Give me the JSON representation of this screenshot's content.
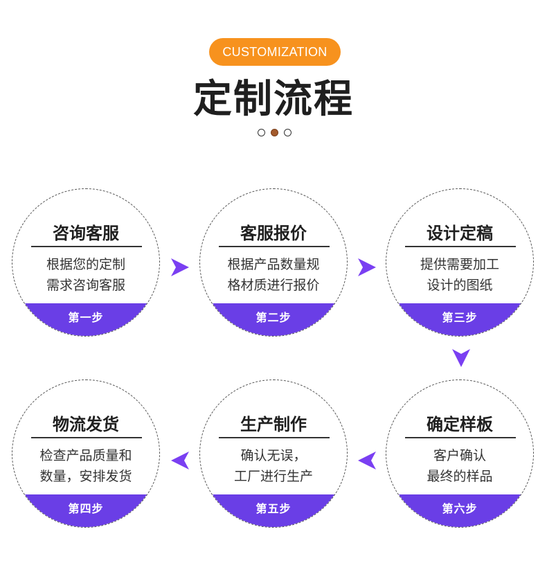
{
  "header": {
    "badge": "CUSTOMIZATION",
    "title": "定制流程"
  },
  "colors": {
    "accent_orange": "#f7921e",
    "accent_purple": "#6a3ee6",
    "arrow_purple": "#7a3ff2"
  },
  "steps": [
    {
      "name": "咨询客服",
      "line1": "根据您的定制",
      "line2": "需求咨询客服",
      "label": "第一步"
    },
    {
      "name": "客服报价",
      "line1": "根据产品数量规",
      "line2": "格材质进行报价",
      "label": "第二步"
    },
    {
      "name": "设计定稿",
      "line1": "提供需要加工",
      "line2": "设计的图纸",
      "label": "第三步"
    },
    {
      "name": "物流发货",
      "line1": "检查产品质量和",
      "line2": "数量，安排发货",
      "label": "第四步"
    },
    {
      "name": "生产制作",
      "line1": "确认无误，",
      "line2": "工厂进行生产",
      "label": "第五步"
    },
    {
      "name": "确定样板",
      "line1": "客户确认",
      "line2": "最终的样品",
      "label": "第六步"
    }
  ],
  "icons": {
    "arrow_right": "arrow-right-icon",
    "arrow_down": "arrow-down-icon",
    "arrow_left": "arrow-left-icon"
  }
}
